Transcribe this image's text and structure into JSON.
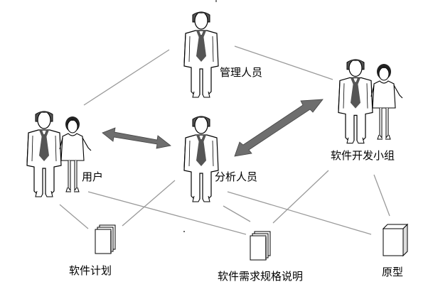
{
  "nodes": {
    "manager": {
      "label": "管理人员"
    },
    "user": {
      "label": "用户"
    },
    "analyst": {
      "label": "分析人员"
    },
    "dev_team": {
      "label": "软件开发小组"
    },
    "plan_doc": {
      "label": "软件计划"
    },
    "spec_doc": {
      "label": "软件需求规格说明"
    },
    "prototype": {
      "label": "原型"
    }
  },
  "edges": [
    {
      "from": "manager",
      "to": "user",
      "style": "line"
    },
    {
      "from": "manager",
      "to": "dev_team",
      "style": "line"
    },
    {
      "from": "user",
      "to": "analyst",
      "style": "double-arrow"
    },
    {
      "from": "analyst",
      "to": "dev_team",
      "style": "double-arrow"
    },
    {
      "from": "user",
      "to": "plan_doc",
      "style": "line"
    },
    {
      "from": "user",
      "to": "spec_doc",
      "style": "line"
    },
    {
      "from": "analyst",
      "to": "plan_doc",
      "style": "line"
    },
    {
      "from": "analyst",
      "to": "spec_doc",
      "style": "line"
    },
    {
      "from": "analyst",
      "to": "prototype",
      "style": "line"
    },
    {
      "from": "dev_team",
      "to": "spec_doc",
      "style": "line"
    },
    {
      "from": "dev_team",
      "to": "prototype",
      "style": "line"
    }
  ],
  "colors": {
    "line": "#9a9a9a",
    "arrow_fill": "#6e6e6e",
    "figure_stroke": "#000000",
    "hair": "#555555"
  }
}
